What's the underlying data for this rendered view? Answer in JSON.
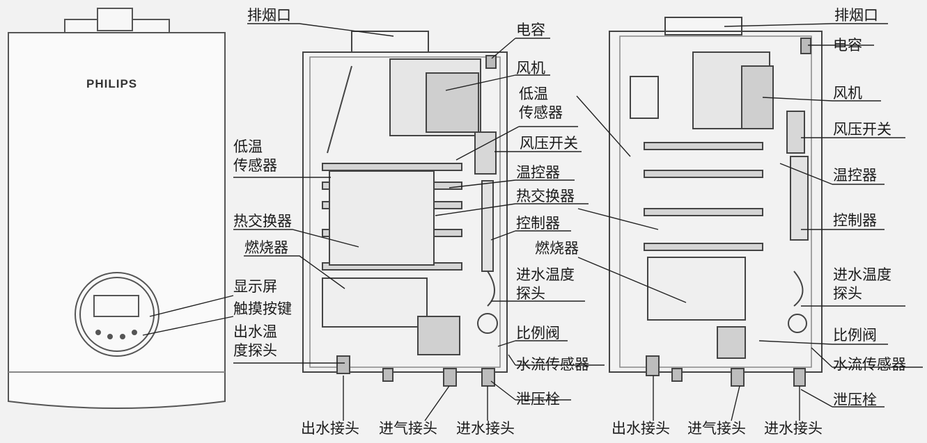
{
  "brand": "PHILIPS",
  "labels_middle": {
    "exhaust": "排烟口",
    "capacitor": "电容",
    "fan": "风机",
    "low_temp_sensor_right": "低温\n传感器",
    "air_pressure_switch": "风压开关",
    "low_temp_sensor_left": "低温\n传感器",
    "thermostat": "温控器",
    "heat_exchanger_right": "热交换器",
    "heat_exchanger_left": "热交换器",
    "controller": "控制器",
    "burner_right": "燃烧器",
    "burner_left": "燃烧器",
    "inlet_temp_probe": "进水温度\n探头",
    "display": "显示屏",
    "touch_keys": "触摸按键",
    "outlet_temp_probe": "出水温\n度探头",
    "proportional_valve": "比例阀",
    "flow_sensor": "水流传感器",
    "relief_plug": "泄压栓",
    "outlet_joint": "出水接头",
    "gas_joint": "进气接头",
    "inlet_joint": "进水接头"
  },
  "labels_right": {
    "exhaust": "排烟口",
    "capacitor": "电容",
    "fan": "风机",
    "air_pressure_switch": "风压开关",
    "thermostat": "温控器",
    "controller": "控制器",
    "inlet_temp_probe": "进水温度\n探头",
    "proportional_valve": "比例阀",
    "flow_sensor": "水流传感器",
    "relief_plug": "泄压栓",
    "outlet_joint": "出水接头",
    "gas_joint": "进气接头",
    "inlet_joint": "进水接头"
  }
}
